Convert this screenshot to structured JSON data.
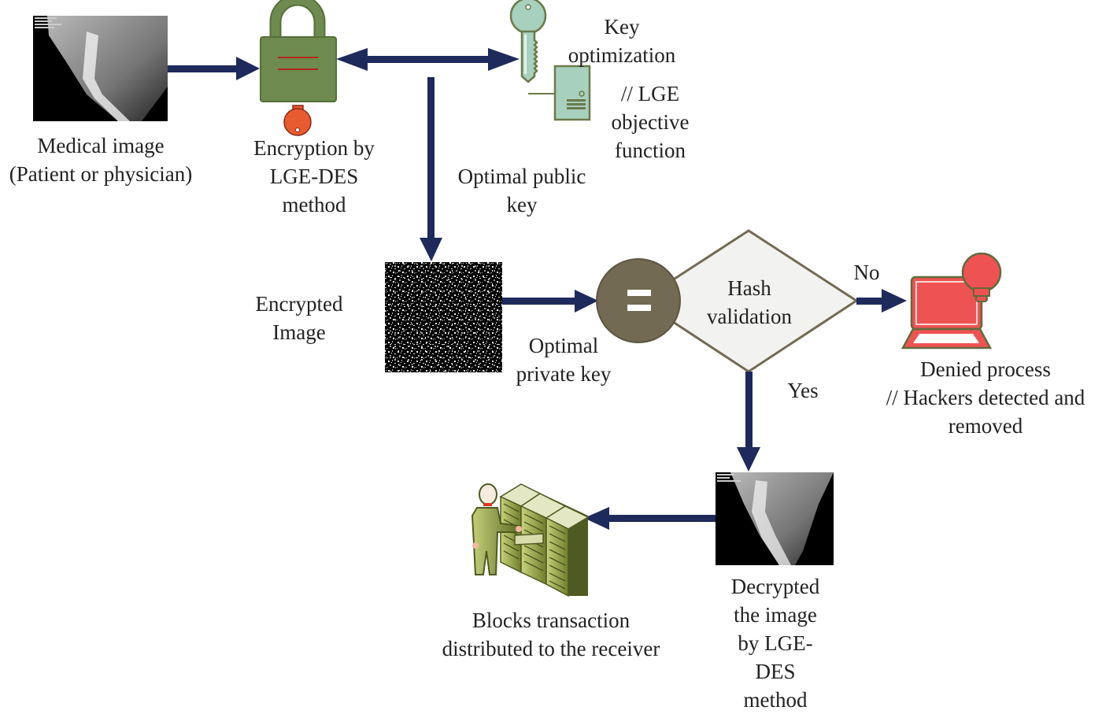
{
  "diagram": {
    "type": "flowchart",
    "colors": {
      "arrow": "#1f2a5c",
      "lock_fill": "#6f8a4e",
      "lock_stroke": "#55703a",
      "lock_lines": "#b0281e",
      "keyhole": "#e85a2f",
      "key_fill": "#a8d0be",
      "key_stroke": "#6b7a4a",
      "compare_fill": "#726a52",
      "diamond_fill": "#f2f2f0",
      "diamond_stroke": "#726a52",
      "alert_fill": "#ef5252",
      "alert_stroke": "#5f6b3b",
      "server_fill": "#8fa04a"
    },
    "nodes": {
      "medical_image": {
        "lines": [
          "Medical image",
          "(Patient or physician)"
        ],
        "icon": "xray-image"
      },
      "encryption": {
        "lines": [
          "Encryption by",
          "LGE-DES",
          "method"
        ],
        "icon": "padlock-icon"
      },
      "key_optimization": {
        "lines": [
          "Key",
          "optimization"
        ],
        "icon": "key-icon"
      },
      "objective_function": {
        "lines": [
          "// LGE",
          "objective",
          "function"
        ],
        "icon": "server-tower-icon"
      },
      "public_key": {
        "lines": [
          "Optimal public",
          "key"
        ]
      },
      "encrypted_image": {
        "lines": [
          "Encrypted",
          "Image"
        ],
        "icon": "noise-image"
      },
      "private_key": {
        "lines": [
          "Optimal",
          "private key"
        ]
      },
      "compare": {
        "symbol": "=",
        "icon": "equals-icon"
      },
      "hash_validation": {
        "lines": [
          "Hash",
          "validation"
        ],
        "shape": "decision-diamond"
      },
      "no_branch": {
        "label": "No"
      },
      "yes_branch": {
        "label": "Yes"
      },
      "denied": {
        "lines": [
          "Denied process",
          "// Hackers detected and",
          "removed"
        ],
        "icon": "laptop-alert-icon"
      },
      "decrypted": {
        "lines": [
          "Decrypted",
          "the image",
          "by LGE-",
          "DES",
          "method"
        ],
        "icon": "xray-image"
      },
      "blocks": {
        "lines": [
          "Blocks transaction",
          "distributed to the receiver"
        ],
        "icon": "server-rack-person-icon"
      }
    },
    "edges": [
      {
        "from": "medical_image",
        "to": "encryption"
      },
      {
        "from": "encryption",
        "to": "key_optimization",
        "bidirectional": true
      },
      {
        "from": "encryption",
        "to": "encrypted_image",
        "label": "Optimal public key"
      },
      {
        "from": "encrypted_image",
        "to": "compare",
        "label": "Optimal private key"
      },
      {
        "from": "hash_validation",
        "to": "denied",
        "label": "No"
      },
      {
        "from": "hash_validation",
        "to": "decrypted",
        "label": "Yes"
      },
      {
        "from": "decrypted",
        "to": "blocks"
      }
    ]
  }
}
